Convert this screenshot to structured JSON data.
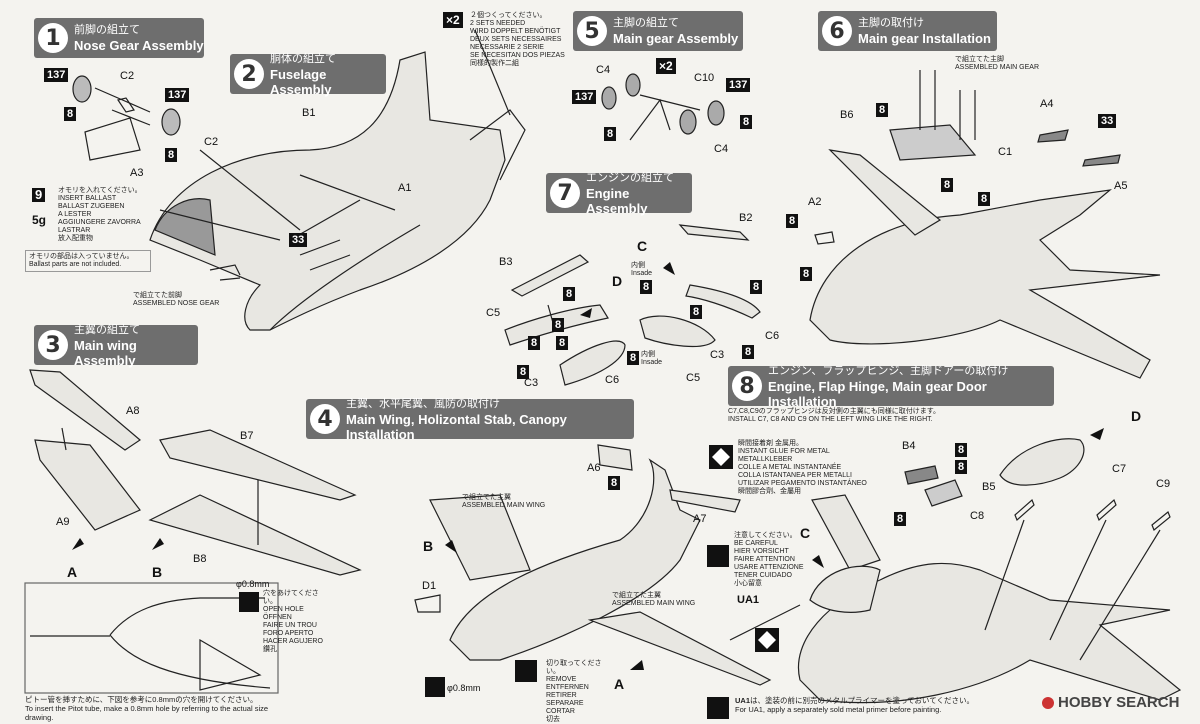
{
  "steps": [
    {
      "num": "1",
      "jp": "前脚の組立て",
      "en": "Nose Gear Assembly"
    },
    {
      "num": "2",
      "jp": "胴体の組立て",
      "en": "Fuselage Assembly"
    },
    {
      "num": "3",
      "jp": "主翼の組立て",
      "en": "Main wing Assembly"
    },
    {
      "num": "4",
      "jp": "主翼、水平尾翼、風防の取付け",
      "en": "Main Wing, Holizontal Stab, Canopy Installation"
    },
    {
      "num": "5",
      "jp": "主脚の組立て",
      "en": "Main gear Assembly"
    },
    {
      "num": "6",
      "jp": "主脚の取付け",
      "en": "Main gear Installation"
    },
    {
      "num": "7",
      "jp": "エンジンの組立て",
      "en": "Engine Assembly"
    },
    {
      "num": "8",
      "jp": "エンジン、フラップヒンジ、主脚ドアーの取付け",
      "en": "Engine, Flap Hinge, Main gear Door Installation"
    }
  ],
  "parts": {
    "C2a": "C2",
    "C2b": "C2",
    "A3": "A3",
    "B1": "B1",
    "A1": "A1",
    "A8": "A8",
    "A9": "A9",
    "B7": "B7",
    "B8": "B8",
    "C4a": "C4",
    "C4b": "C4",
    "C10": "C10",
    "B6": "B6",
    "A2": "A2",
    "A4": "A4",
    "A5": "A5",
    "C1": "C1",
    "B3": "B3",
    "B2": "B2",
    "C5a": "C5",
    "C5b": "C5",
    "C3a": "C3",
    "C3b": "C3",
    "C6a": "C6",
    "C6b": "C6",
    "A6": "A6",
    "A7": "A7",
    "D1": "D1",
    "UA1": "UA1",
    "B4": "B4",
    "B5": "B5",
    "C7": "C7",
    "C8": "C8",
    "C9": "C9"
  },
  "nums": {
    "n137": "137",
    "n8": "8",
    "n33": "33",
    "n9": "9"
  },
  "arrows": {
    "A": "A",
    "B": "B",
    "C": "C",
    "D": "D"
  },
  "ballast": {
    "weight": "5g",
    "text": "オモリを入れてください。\nINSERT BALLAST\nBALLAST ZUGEBEN\nA LESTER\nAGGIUNGERE ZAVORRA\nLASTRAR\n放入配重物",
    "note_jp": "オモリの部品は入っていません。",
    "note_en": "Ballast parts are not included."
  },
  "assembled_nose": "で組立てた前脚\nASSEMBLED NOSE GEAR",
  "assembled_main_gear": "で組立てた主脚\nASSEMBLED MAIN GEAR",
  "assembled_main_wing": "で組立てた主翼\nASSEMBLED MAIN WING",
  "two_sets": "２個つくってください。\n2 SETS NEEDED\nWIRD DOPPELT BENÖTIGT\nDEUX SETS NECESSAIRES\nNECESSARIE 2 SERIE\nSE NECESITAN DOS PIEZAS\n同樣的製作二組",
  "x2": "×2",
  "inside": "内側\nInsade",
  "open_hole": "穴をあけてください。\nOPEN HOLE\nÖFFNEN\nFAIRE UN TROU\nFORO APERTO\nHACER AGUJERO\n鑽孔",
  "hole_size": "φ0.8mm",
  "pitot_jp": "ピトー管を挿すために、下図を参考に0.8mmの穴を開けてください。",
  "pitot_en": "To insert the Pitot tube, make a 0.8mm hole by referring to the actual size drawing.",
  "remove": "切り取ってください。\nREMOVE\nENTFERNEN\nRETIRER\nSEPARARE\nCORTAR\n切去",
  "glue": "瞬間接着剤 金属用。\nINSTANT GLUE FOR METAL\nMETALLKLEBER\nCOLLE A METAL INSTANTANÉE\nCOLLA ISTANTANEA PER METALLI\nUTILIZAR PEGAMENTO INSTANTÁNEO\n瞬間膠合劑、金屬用",
  "careful": "注意してください。\nBE CAREFUL\nHIER VORSICHT\nFAIRE ATTENTION\nUSARE ATTENZIONE\nTENER CUIDADO\n小心留意",
  "install_note": "C7,C8,C9のフラップヒンジは反対側の主翼にも同様に取付けます。\nINSTALL C7, C8 AND C9 ON THE LEFT WING LIKE THE RIGHT.",
  "ua1_jp": "は、塗装の前に別売のメタルプライマーを塗っておいてください。",
  "ua1_en": "For UA1, apply a separately sold metal primer before painting.",
  "watermark": "HOBBY SEARCH",
  "colors": {
    "header": "#6e6e6e",
    "paper": "#f4f3ef",
    "ink": "#111111"
  }
}
